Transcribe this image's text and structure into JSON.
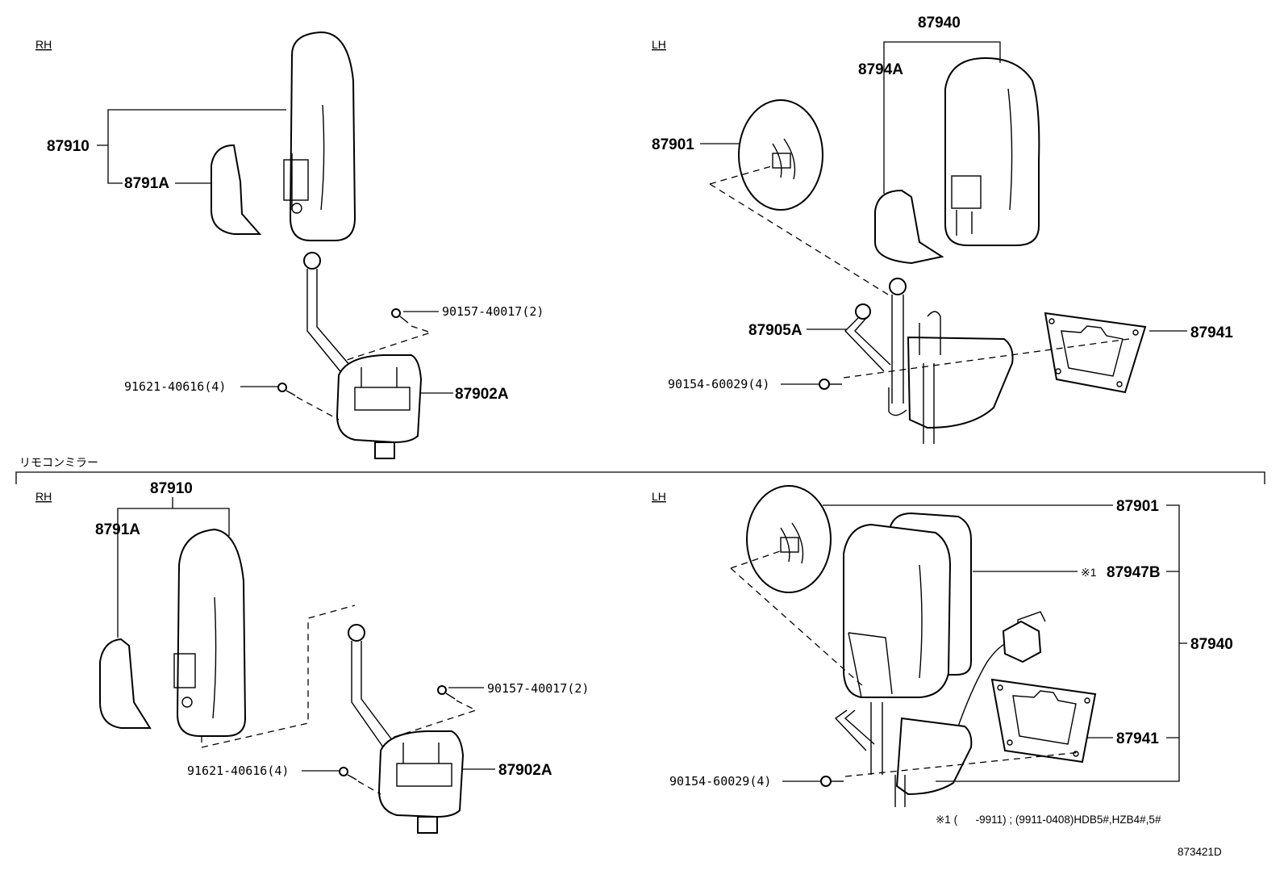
{
  "sections": {
    "upper_rh": "RH",
    "upper_lh": "LH",
    "remote_title": "リモコンミラー",
    "lower_rh": "RH",
    "lower_lh": "LH"
  },
  "labels": {
    "u_rh_87910": "87910",
    "u_rh_8791A": "8791A",
    "u_rh_90157": "90157-40017(2)",
    "u_rh_91621": "91621-40616(4)",
    "u_rh_87902A": "87902A",
    "u_lh_87940": "87940",
    "u_lh_8794A": "8794A",
    "u_lh_87901": "87901",
    "u_lh_87905A": "87905A",
    "u_lh_87941": "87941",
    "u_lh_90154": "90154-60029(4)",
    "l_rh_87910": "87910",
    "l_rh_8791A": "8791A",
    "l_rh_90157": "90157-40017(2)",
    "l_rh_91621": "91621-40616(4)",
    "l_rh_87902A": "87902A",
    "l_lh_87901": "87901",
    "l_lh_87947B_mark": "※1",
    "l_lh_87947B": "87947B",
    "l_lh_87940": "87940",
    "l_lh_87941": "87941",
    "l_lh_90154": "90154-60029(4)"
  },
  "footnote": "※1 (      -9911) ; (9911-0408)HDB5#,HZB4#,5#",
  "diagram_code": "873421D"
}
